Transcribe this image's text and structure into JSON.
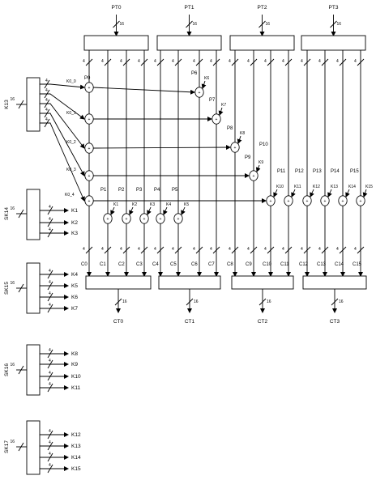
{
  "plaintext_words": [
    "PT0",
    "PT1",
    "PT2",
    "PT3"
  ],
  "ciphertext_words": [
    "CT0",
    "CT1",
    "CT2",
    "CT3"
  ],
  "bus_width_16": "16",
  "nibble_width": "4",
  "xor_symbol": "+",
  "key_registers": [
    {
      "label": "K13",
      "outputs": [
        "K0_0",
        "K0_1",
        "K0_2",
        "K0_3",
        "K0_4"
      ]
    },
    {
      "label": "SK14",
      "outputs": [
        "K1",
        "K2",
        "K3"
      ]
    },
    {
      "label": "SK15",
      "outputs": [
        "K4",
        "K5",
        "K6",
        "K7"
      ]
    },
    {
      "label": "SK16",
      "outputs": [
        "K8",
        "K9",
        "K10",
        "K11"
      ]
    },
    {
      "label": "SK17",
      "outputs": [
        "K12",
        "K13",
        "K14",
        "K15"
      ]
    }
  ],
  "p_labels": [
    "P0",
    "P1",
    "P2",
    "P3",
    "P4",
    "P5",
    "P6",
    "P7",
    "P8",
    "P9",
    "P10",
    "P11",
    "P12",
    "P13",
    "P14",
    "P15"
  ],
  "c_labels": [
    "C0",
    "C1",
    "C2",
    "C3",
    "C4",
    "C5",
    "C6",
    "C7",
    "C8",
    "C9",
    "C10",
    "C11",
    "C12",
    "C13",
    "C14",
    "C15"
  ],
  "k_labels": [
    "K1",
    "K2",
    "K3",
    "K4",
    "K5",
    "K6",
    "K7",
    "K8",
    "K9",
    "K10",
    "K11",
    "K12",
    "K13",
    "K14",
    "K15"
  ]
}
